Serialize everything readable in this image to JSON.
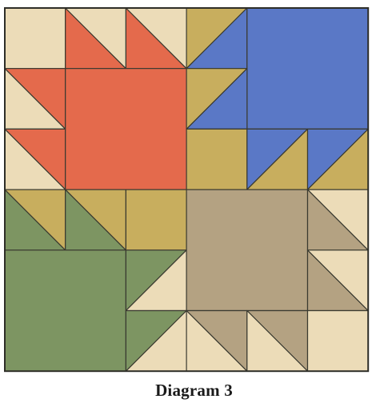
{
  "caption": "Diagram 3",
  "palette": {
    "cream": "#ecdcb8",
    "red": "#e46a4c",
    "blue": "#5a78c6",
    "mustard": "#c8ae5e",
    "sage": "#7d9562",
    "taupe": "#b4a282"
  },
  "quilt": {
    "name": "bear-paw-quilt-block",
    "blocks": [
      {
        "name": "red-bear-paw",
        "color": "red"
      },
      {
        "name": "blue-bear-paw",
        "color": "blue"
      },
      {
        "name": "green-bear-paw",
        "color": "sage"
      },
      {
        "name": "taupe-bear-paw",
        "color": "taupe"
      }
    ]
  }
}
